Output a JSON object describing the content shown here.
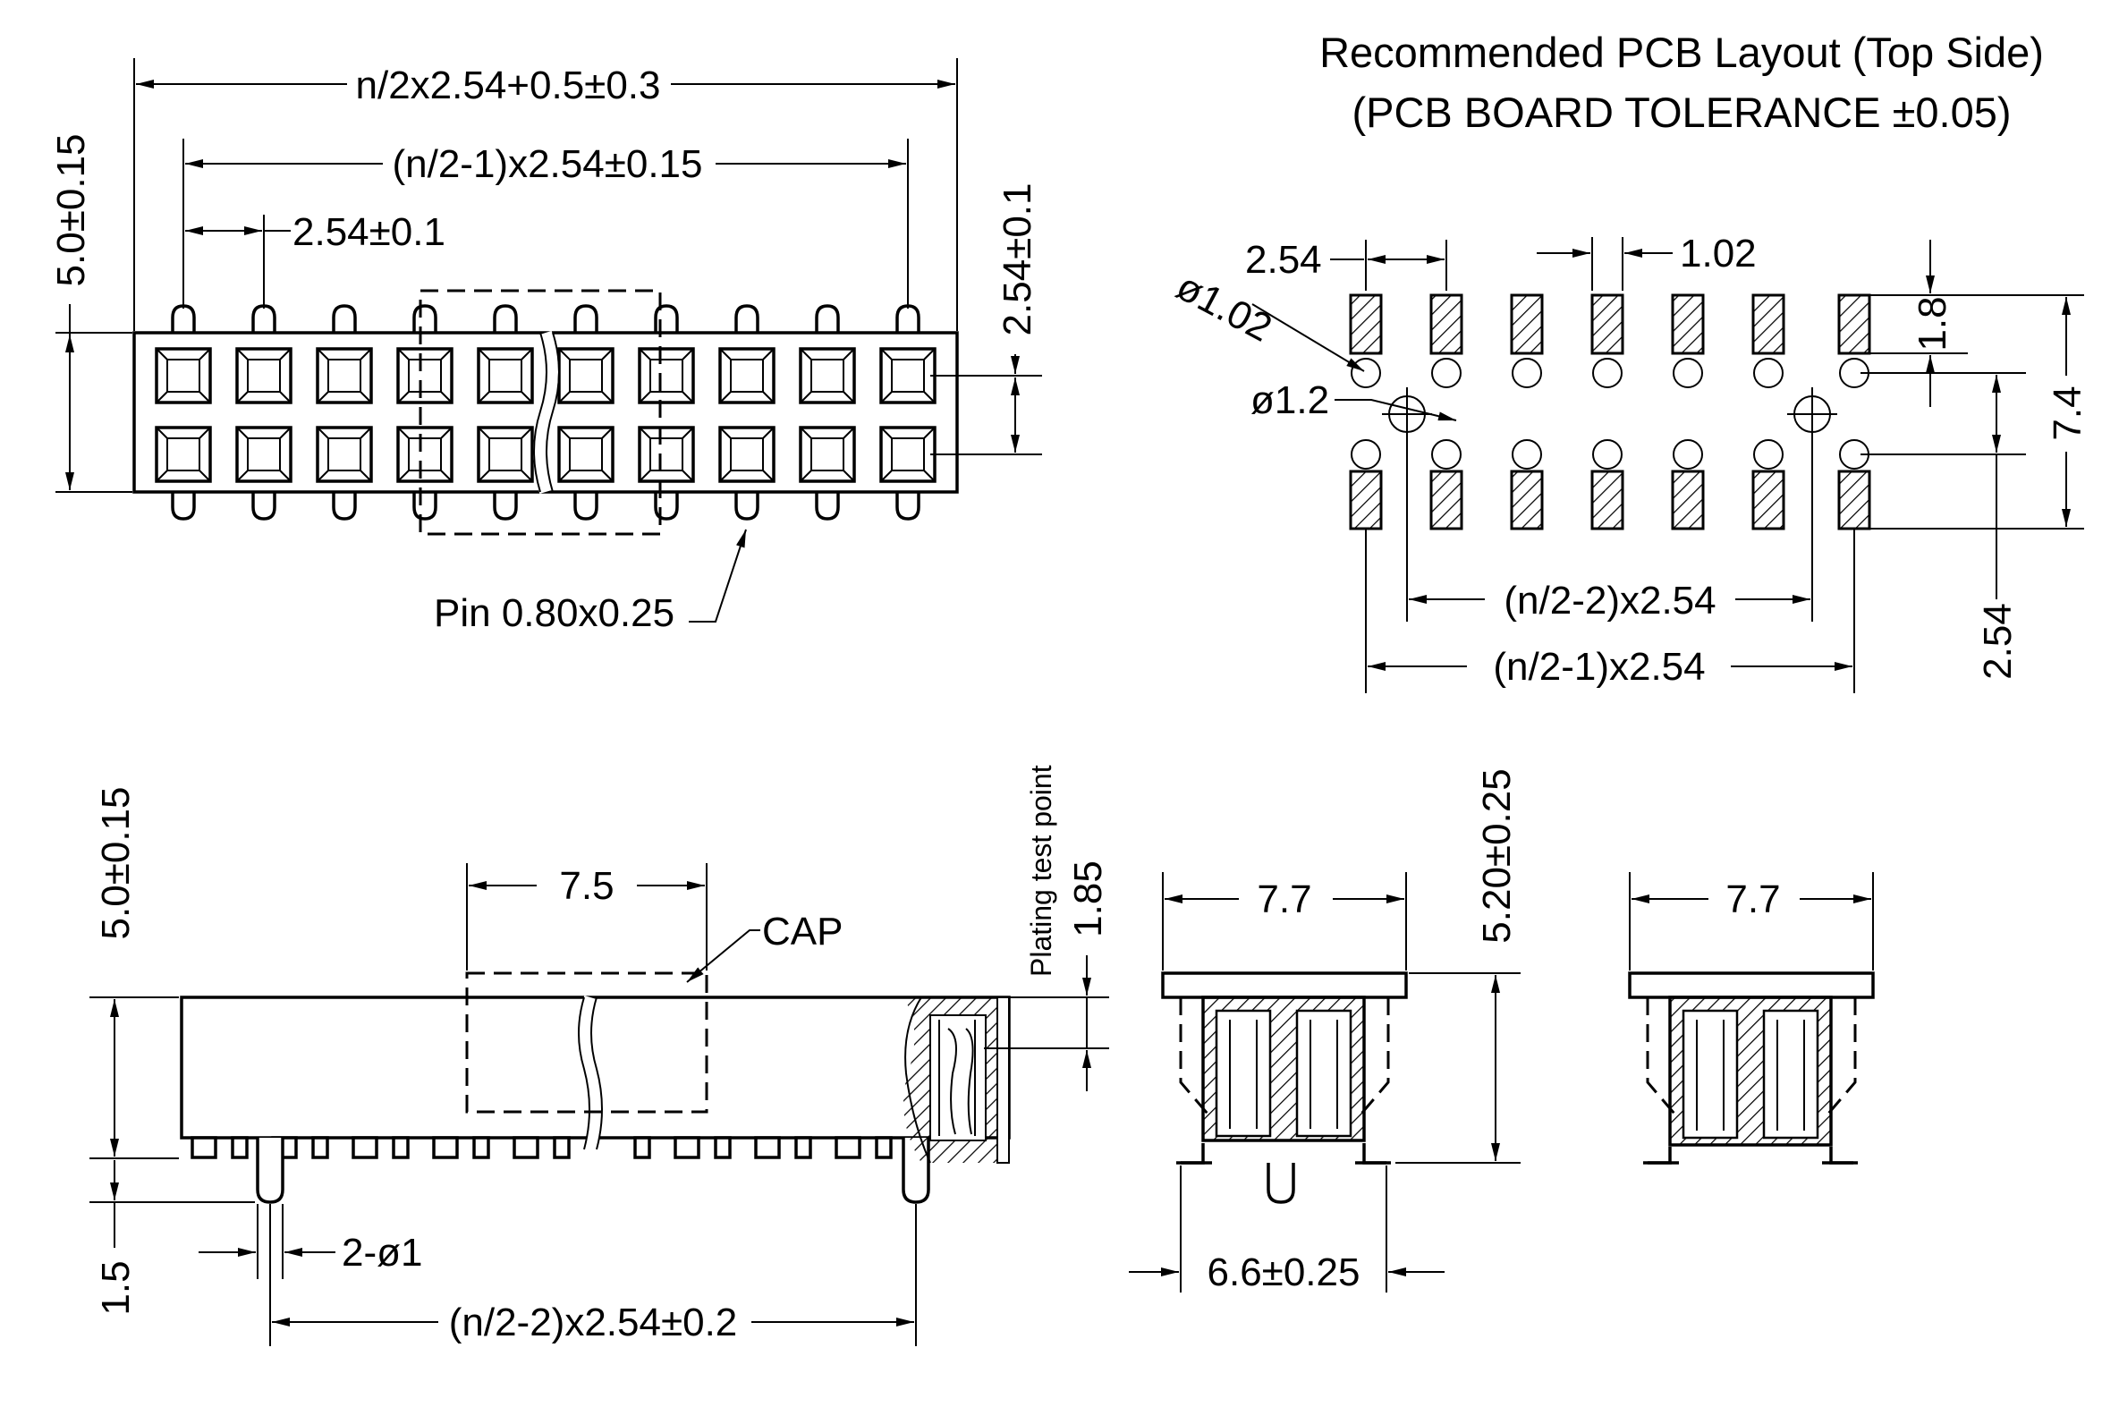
{
  "title": {
    "line1": "Recommended PCB Layout (Top Side)",
    "line2": "(PCB BOARD TOLERANCE ±0.05)"
  },
  "top_view": {
    "overall_length": "n/2x2.54+0.5±0.3",
    "pin_span": "(n/2-1)x2.54±0.15",
    "pitch": "2.54±0.1",
    "width": "5.0±0.15",
    "row_pitch": "2.54±0.1",
    "pin_label": "Pin 0.80x0.25"
  },
  "pcb_layout": {
    "pitch": "2.54",
    "pad_width": "1.02",
    "hole_dia": "ø1.02",
    "peg_dia": "ø1.2",
    "pad_length": "1.8",
    "row_span": "7.4",
    "peg_span": "(n/2-2)x2.54",
    "pad_span": "(n/2-1)x2.54",
    "peg_offset": "2.54"
  },
  "side_view": {
    "cap_width": "7.5",
    "cap_label": "CAP",
    "height": "5.0±0.15",
    "plating_label": "Plating test point",
    "plating_dim": "1.85",
    "peg_length": "1.5",
    "peg_dia": "2-ø1",
    "peg_span": "(n/2-2)x2.54±0.2"
  },
  "end_view_1": {
    "width": "7.7",
    "height": "5.20±0.25",
    "foot_span": "6.6±0.25"
  },
  "end_view_2": {
    "width": "7.7"
  }
}
